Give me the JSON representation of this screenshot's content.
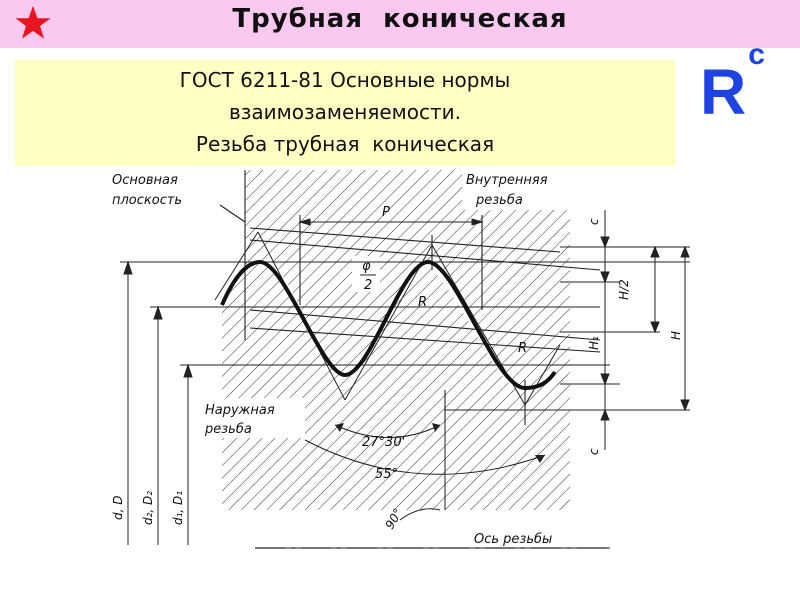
{
  "header": {
    "title": "Трубная  коническая",
    "star_icon": "red-star-icon",
    "accent_color": "#fbc8f0",
    "star_color": "#e8141e"
  },
  "gost": {
    "line1": "ГОСТ 6211-81 Основные нормы",
    "line2": "взаимозаменяемости.",
    "line3": "Резьба трубная  коническая",
    "background": "#ffffc4"
  },
  "symbol": {
    "main": "R",
    "sup": "c",
    "color": "#1f43e0"
  },
  "diagram": {
    "basic_plane_1": "Основная",
    "basic_plane_2": "плоскость",
    "internal_1": "Внутренняя",
    "internal_2": "резьба",
    "external_1": "Наружная",
    "external_2": "резьба",
    "thread_axis": "Ось резьбы",
    "pitch": "P",
    "half_angle": "φ",
    "half_angle_den": "2",
    "radius": "R",
    "angle_half": "27°30'",
    "angle_full": "55°",
    "angle_right": "90°",
    "dim_c_top": "c",
    "dim_c_bottom": "c",
    "dim_h_half": "H/2",
    "dim_h1": "H₁",
    "dim_h": "H",
    "dia_d": "d, D",
    "dia_d2": "d₂, D₂",
    "dia_d1": "d₁, D₁"
  }
}
